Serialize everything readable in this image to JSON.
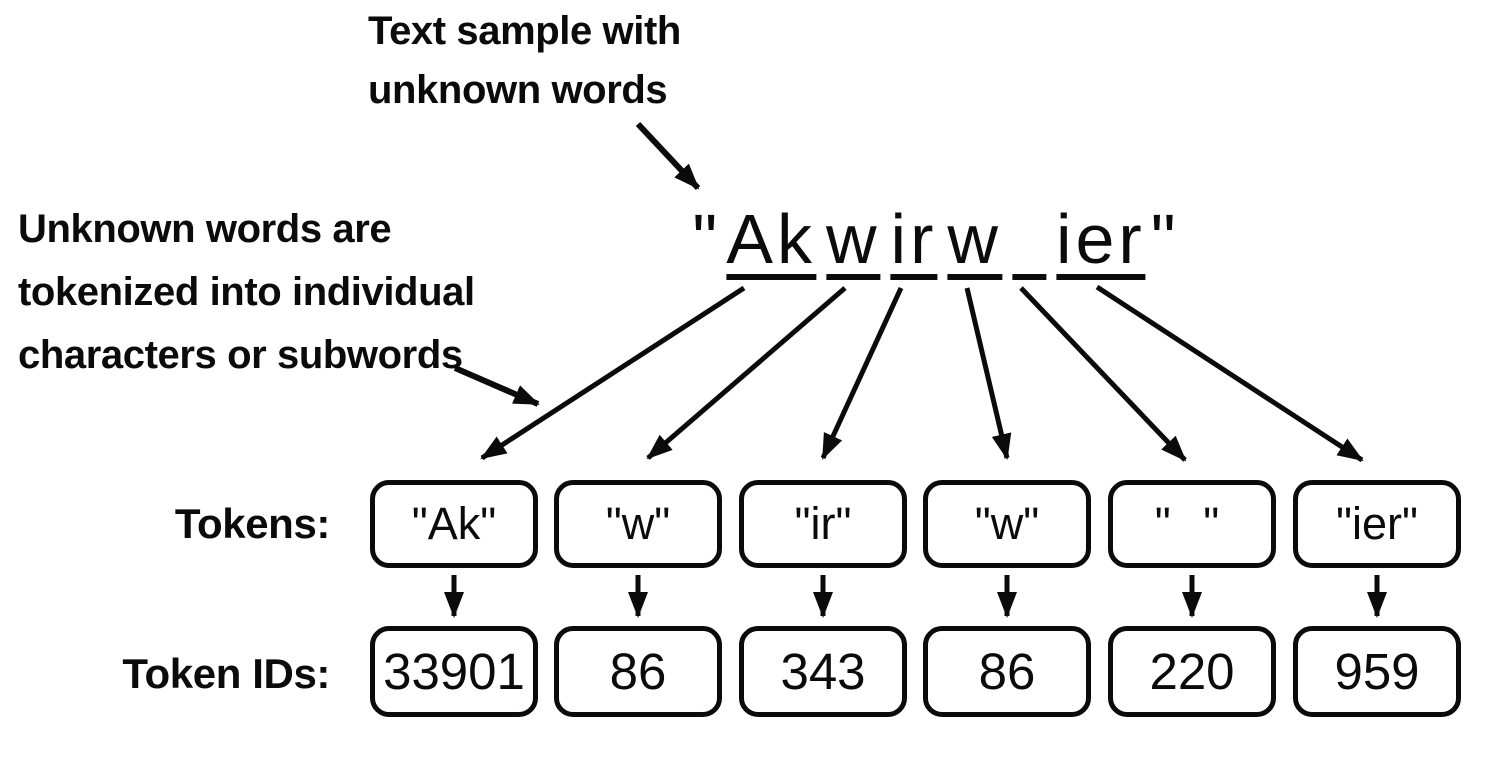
{
  "background": "#ffffff",
  "ink_color": "#0b0b0b",
  "annotations": {
    "top_note": "Text sample with\nunknown words",
    "left_note": "Unknown words are\ntokenized into individual\ncharacters or subwords"
  },
  "sample_text": {
    "open_quote": "\"",
    "close_quote": "\"",
    "segments": [
      "Ak",
      "w",
      "ir",
      "w",
      " ",
      "ier"
    ]
  },
  "tokens_row": {
    "label": "Tokens:",
    "items": [
      "\"Ak\"",
      "\"w\"",
      "\"ir\"",
      "\"w\"",
      "\" \"",
      "\"ier\""
    ]
  },
  "token_ids_row": {
    "label": "Token IDs:",
    "items": [
      "33901",
      "86",
      "343",
      "86",
      "220",
      "959"
    ]
  }
}
